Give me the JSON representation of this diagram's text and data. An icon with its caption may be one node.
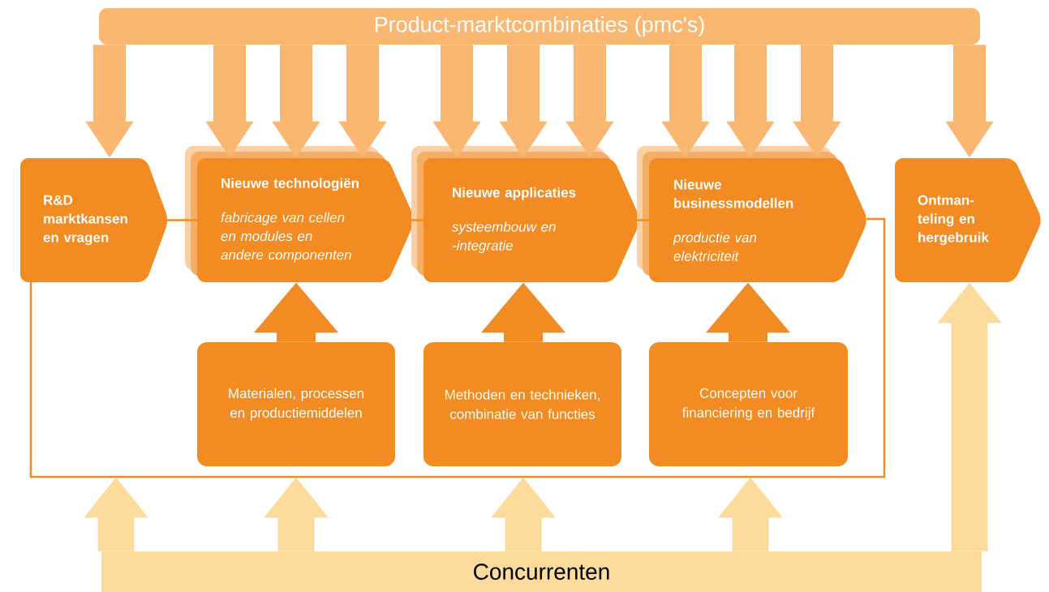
{
  "diagram": {
    "nodes": [
      {
        "text": [
          "Product-marktcombinaties (pmc's)"
        ]
      },
      {
        "text": [
          "R&D marktkansen en vragen"
        ]
      },
      {
        "text": [
          "Nieuwe technologiën",
          "fabricage van cellen en modules en andere componenten"
        ]
      },
      {
        "text": [
          "Nieuwe applicaties",
          "systeembouw en -integratie"
        ]
      },
      {
        "text": [
          "Nieuwe businessmodellen",
          "productie van elektriciteit"
        ]
      },
      {
        "text": [
          "Ontman-teling en hergebruik"
        ]
      },
      {
        "text": [
          "Materialen, processen en productiemiddelen"
        ],
        "in": 9
      },
      {
        "text": [
          "Methoden en technieken, combinatie van functies"
        ],
        "in": 9
      },
      {
        "text": [
          "Concepten voor financiering en bedrijf"
        ],
        "in": 9
      },
      {
        "text": [],
        "shape": "box"
      },
      {
        "text": [
          "Concurrenten"
        ]
      }
    ],
    "edges": [
      {
        "from": 0,
        "to": 1,
        "arrow": "to"
      },
      {
        "from": 0,
        "to": 2,
        "arrow": "to"
      },
      {
        "from": 0,
        "to": 2,
        "arrow": "to"
      },
      {
        "from": 0,
        "to": 2,
        "arrow": "to"
      },
      {
        "from": 0,
        "to": 3,
        "arrow": "to"
      },
      {
        "from": 0,
        "to": 3,
        "arrow": "to"
      },
      {
        "from": 0,
        "to": 3,
        "arrow": "to"
      },
      {
        "from": 0,
        "to": 4,
        "arrow": "to"
      },
      {
        "from": 0,
        "to": 4,
        "arrow": "to"
      },
      {
        "from": 0,
        "to": 4,
        "arrow": "to"
      },
      {
        "from": 0,
        "to": 5,
        "arrow": "to"
      },
      {
        "from": 1,
        "to": 2,
        "arrow": "none",
        "color": "#f28c22"
      },
      {
        "from": 2,
        "to": 3,
        "arrow": "none",
        "color": "#f28c22"
      },
      {
        "from": 3,
        "to": 4,
        "arrow": "none",
        "color": "#f28c22"
      },
      {
        "from": 6,
        "to": 2,
        "arrow": "to",
        "color": "#f28c22"
      },
      {
        "from": 7,
        "to": 3,
        "arrow": "to",
        "color": "#f28c22"
      },
      {
        "from": 8,
        "to": 4,
        "arrow": "to",
        "color": "#f28c22"
      },
      {
        "from": 10,
        "to": 9,
        "arrow": "to",
        "color": "#fddb9b"
      },
      {
        "from": 10,
        "to": 9,
        "arrow": "to",
        "color": "#fddb9b"
      },
      {
        "from": 10,
        "to": 9,
        "arrow": "to",
        "color": "#fddb9b"
      },
      {
        "from": 10,
        "to": 9,
        "arrow": "to",
        "color": "#fddb9b"
      },
      {
        "from": 10,
        "to": 5,
        "arrow": "to",
        "color": "#fddb9b"
      }
    ]
  }
}
